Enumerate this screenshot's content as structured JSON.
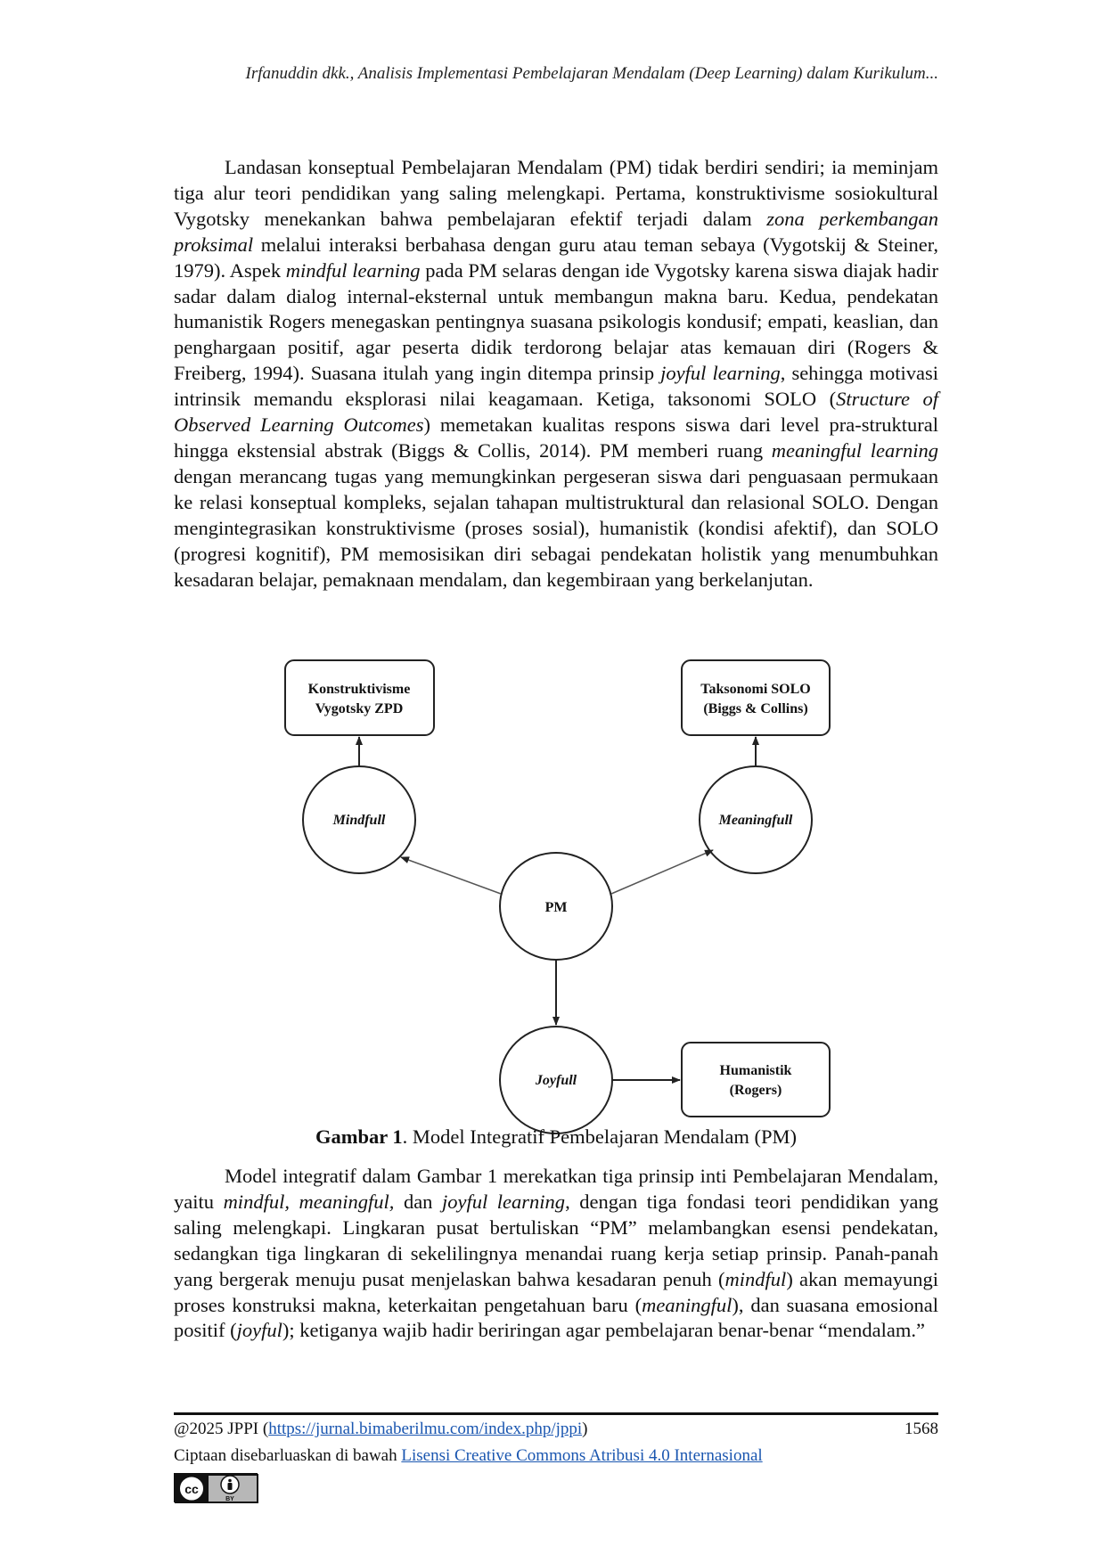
{
  "header": {
    "running_title": "Irfanuddin dkk., Analisis Implementasi Pembelajaran Mendalam (Deep Learning) dalam Kurikulum..."
  },
  "paragraph1": {
    "s1": "Landasan konseptual Pembelajaran Mendalam (PM) tidak berdiri sendiri; ia meminjam tiga alur teori pendidikan yang saling melengkapi. Pertama, konstruktivisme sosiokultural Vygotsky menekankan bahwa pembelajaran efektif terjadi dalam ",
    "s1_em": "zona perkembangan proksimal",
    "s2": " melalui interaksi berbahasa dengan guru atau teman sebaya (Vygotskij & Steiner, 1979). Aspek ",
    "s2_em": "mindful learning",
    "s3": " pada PM selaras dengan ide Vygotsky karena siswa diajak hadir sadar dalam dialog internal-eksternal untuk membangun makna baru. Kedua, pendekatan humanistik Rogers menegaskan pentingnya suasana psikologis kondusif; empati, keaslian, dan penghargaan positif, agar peserta didik terdorong belajar atas kemauan diri (Rogers & Freiberg, 1994). Suasana itulah yang ingin ditempa prinsip ",
    "s3_em": "joyful learning",
    "s4": ", sehingga motivasi intrinsik memandu eksplorasi nilai keagamaan. Ketiga, taksonomi SOLO (",
    "s4_em": "Structure of Observed Learning Outcomes",
    "s5": ") memetakan kualitas respons siswa dari level pra-struktural hingga ekstensial abstrak (Biggs & Collis, 2014). PM memberi ruang ",
    "s5_em": "meaningful learning",
    "s6": " dengan merancang tugas yang memungkinkan pergeseran siswa dari penguasaan permukaan ke relasi konseptual kompleks, sejalan tahapan multistruktural dan relasional SOLO. Dengan mengintegrasikan konstruktivisme (proses sosial), humanistik (kondisi afektif), dan SOLO (progresi kognitif), PM memosisikan diri sebagai pendekatan holistik yang menumbuhkan kesadaran belajar, pemaknaan mendalam, dan kegembiraan yang berkelanjutan."
  },
  "figure": {
    "box_tl_line1": "Konstruktivisme",
    "box_tl_line2": "Vygotsky ZPD",
    "box_tr_line1": "Taksonomi SOLO",
    "box_tr_line2": "(Biggs & Collins)",
    "box_br_line1": "Humanistik",
    "box_br_line2": "(Rogers)",
    "circle_center": "PM",
    "circle_left": "Mindfull",
    "circle_right": "Meaningfull",
    "circle_bottom": "Joyfull"
  },
  "caption": {
    "label": "Gambar 1",
    "text": ". Model Integratif Pembelajaran Mendalam (PM)"
  },
  "paragraph2": {
    "s1": "Model integratif dalam Gambar 1 merekatkan tiga prinsip inti Pembelajaran Mendalam, yaitu ",
    "s1_em": "mindful, meaningful,",
    "s2": " dan ",
    "s2_em": "joyful learning",
    "s3": ", dengan tiga fondasi teori pendidikan yang saling melengkapi. Lingkaran pusat bertuliskan “PM” melambangkan esensi pendekatan, sedangkan tiga lingkaran di sekelilingnya menandai ruang kerja setiap prinsip. Panah-panah yang bergerak menuju pusat menjelaskan bahwa kesadaran penuh (",
    "s3_em": "mindful",
    "s4": ") akan memayungi proses konstruksi makna, keterkaitan pengetahuan baru (",
    "s4_em": "meaningful",
    "s5": "), dan suasana emosional positif (",
    "s5_em": "joyful",
    "s6": "); ketiganya wajib hadir beriringan agar pembelajaran benar-benar “mendalam.”"
  },
  "footer": {
    "copyright": "@2025 JPPI (",
    "journal_url": "https://jurnal.bimaberilmu.com/index.php/jppi",
    "copyright_end": ")",
    "page_number": "1568",
    "license_prefix": "Ciptaan disebarluaskan di bawah ",
    "license_link": "Lisensi Creative Commons Atribusi 4.0 Internasional",
    "badge_by": "BY"
  }
}
